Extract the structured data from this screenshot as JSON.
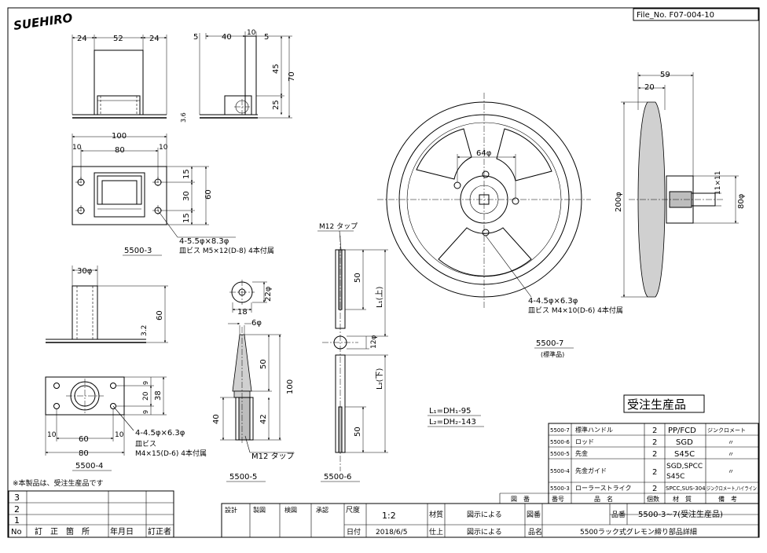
{
  "header": {
    "logo": "SUEHIRO",
    "file_no": "File_No. F07-004-10"
  },
  "views": {
    "p5500_3": {
      "label": "5500-3",
      "top_dims": [
        "24",
        "52",
        "24"
      ],
      "side_dims": [
        "5",
        "40",
        "10",
        "5"
      ],
      "side_vert": [
        "45",
        "70",
        "25"
      ],
      "thk": "3.6",
      "plan_dims": [
        "100",
        "10",
        "80",
        "10"
      ],
      "plan_vert": [
        "15",
        "30",
        "60",
        "15"
      ],
      "note1": "4-5.5φ×8.3φ",
      "note2": "皿ビス M5×12(D-8) 4本付属"
    },
    "p5500_4": {
      "label": "5500-4",
      "dia": "30φ",
      "h": "60",
      "t": "3.2",
      "plan_dims": [
        "10",
        "60",
        "10",
        "80"
      ],
      "plan_vert": [
        "9",
        "20",
        "9",
        "38"
      ],
      "note1": "4-4.5φ×6.3φ",
      "note2": "皿ビス",
      "note3": "M4×15(D-6) 4本付属"
    },
    "p5500_5": {
      "label": "5500-5",
      "d22": "22φ",
      "d18": "18",
      "d6": "6φ",
      "v50": "50",
      "v100": "100",
      "v42": "42",
      "v40": "40",
      "tap": "M12 タップ"
    },
    "p5500_6": {
      "label": "5500-6",
      "tap": "M12 タップ",
      "v50a": "50",
      "l1": "L₁(上)",
      "v12": "12φ",
      "l2": "L₂(下)",
      "v50b": "50",
      "eq1": "L₁=DH₁-95",
      "eq2": "L₂=DH₂-143"
    },
    "p5500_7": {
      "label": "5500-7",
      "sub": "(標準品)",
      "d64": "64φ",
      "d200": "200φ",
      "d80": "80φ",
      "w59": "59",
      "w20": "20",
      "sq": "11×11",
      "note1": "4-4.5φ×6.3φ",
      "note2": "皿ビス M4×10(D-6) 4本付属"
    }
  },
  "stamp": "受注生産品",
  "note_custom": "※本製品は、受注生産品です",
  "parts": {
    "rows": [
      {
        "no": "5500-7",
        "name": "標準ハンドル",
        "qty": "2",
        "mat": "PP/FCD",
        "rem": "ジンクロメート"
      },
      {
        "no": "5500-6",
        "name": "ロッド",
        "qty": "2",
        "mat": "SGD",
        "rem": "〃"
      },
      {
        "no": "5500-5",
        "name": "先金",
        "qty": "2",
        "mat": "S45C",
        "rem": "〃"
      },
      {
        "no": "5500-4",
        "name": "先金ガイド",
        "qty": "2",
        "mat1": "SGD,SPCC",
        "mat2": "S45C",
        "rem": "〃"
      },
      {
        "no": "5500-3",
        "name": "ローラーストライク",
        "qty": "2",
        "mat": "SPCC,SUS-304",
        "rem": "ジンクロメート,ハイライン"
      }
    ],
    "header": [
      "図　番",
      "番号",
      "品　名",
      "個数",
      "材　質",
      "備　考"
    ]
  },
  "revision": {
    "rows": [
      "3",
      "2",
      "1"
    ],
    "header": [
      "No",
      "訂　正　箇　所",
      "年月日",
      "訂正者"
    ]
  },
  "title_block": {
    "roles": [
      "設計",
      "製図",
      "検図",
      "承認"
    ],
    "scale_label": "尺度",
    "scale": "1:2",
    "date_label": "日付",
    "date": "2018/6/5",
    "material_label": "材質",
    "material": "図示による",
    "finish_label": "仕上",
    "finish": "図示による",
    "drawing_no_label": "図番",
    "part_no_label": "品番",
    "part_no": "5500-3~7(受注生産品)",
    "name_label": "品名",
    "name": "5500ラック式グレモン締り部品詳細"
  }
}
